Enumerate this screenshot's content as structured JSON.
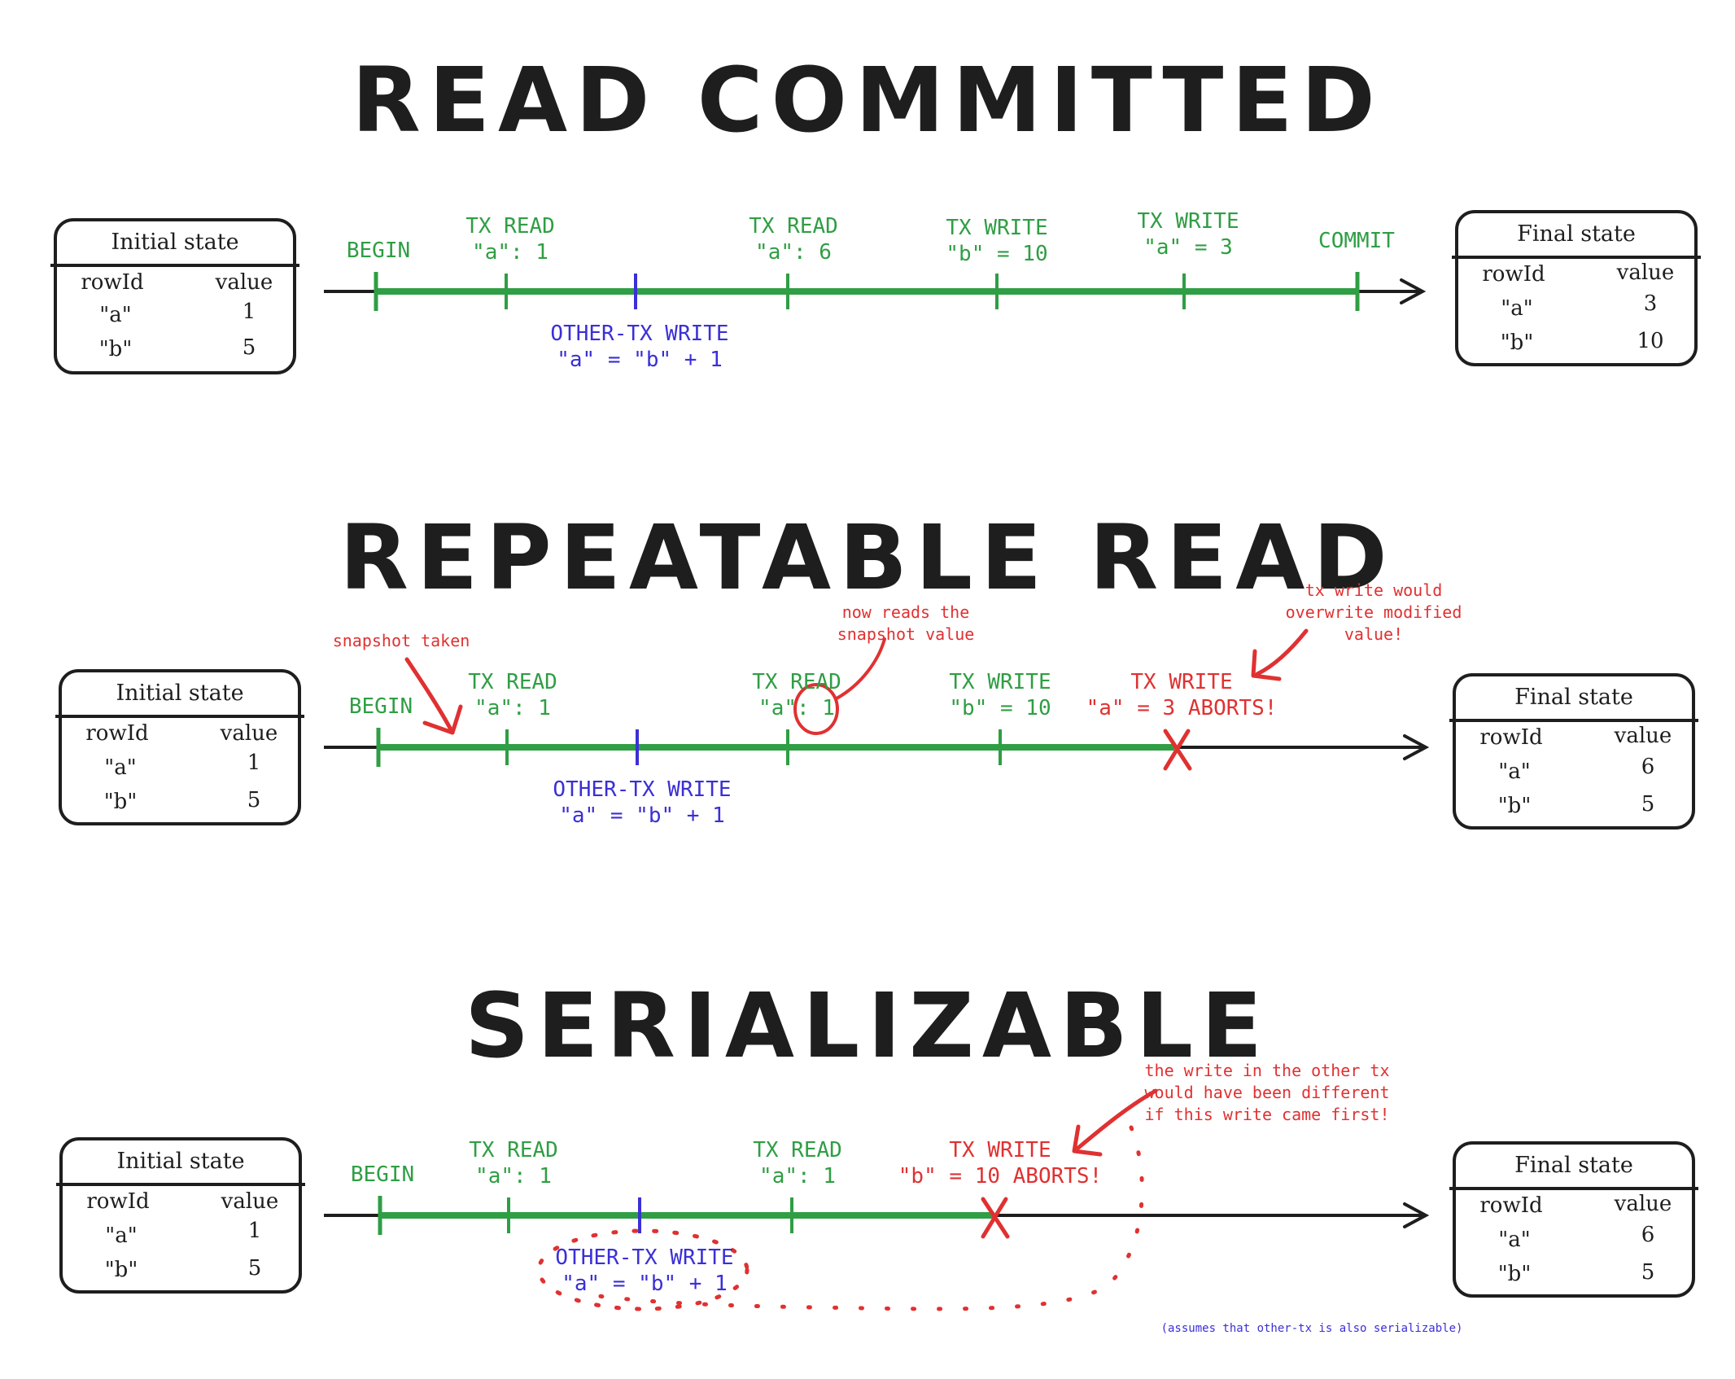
{
  "sections": [
    {
      "title": "READ COMMITTED",
      "initial_state": {
        "title": "Initial state",
        "col1": "rowId",
        "col2": "value",
        "rows": [
          {
            "id": "\"a\"",
            "val": "1"
          },
          {
            "id": "\"b\"",
            "val": "5"
          }
        ]
      },
      "final_state": {
        "title": "Final state",
        "col1": "rowId",
        "col2": "value",
        "rows": [
          {
            "id": "\"a\"",
            "val": "3"
          },
          {
            "id": "\"b\"",
            "val": "10"
          }
        ]
      },
      "begin": "BEGIN",
      "events": [
        {
          "l1": "TX READ",
          "l2": "\"a\": 1"
        },
        {
          "l1": "OTHER-TX WRITE",
          "l2": "\"a\" = \"b\" + 1"
        },
        {
          "l1": "TX READ",
          "l2": "\"a\": 6"
        },
        {
          "l1": "TX WRITE",
          "l2": "\"b\" = 10"
        },
        {
          "l1": "TX WRITE",
          "l2": "\"a\" = 3"
        },
        {
          "l1": "COMMIT",
          "l2": ""
        }
      ]
    },
    {
      "title": "REPEATABLE READ",
      "initial_state": {
        "title": "Initial state",
        "col1": "rowId",
        "col2": "value",
        "rows": [
          {
            "id": "\"a\"",
            "val": "1"
          },
          {
            "id": "\"b\"",
            "val": "5"
          }
        ]
      },
      "final_state": {
        "title": "Final state",
        "col1": "rowId",
        "col2": "value",
        "rows": [
          {
            "id": "\"a\"",
            "val": "6"
          },
          {
            "id": "\"b\"",
            "val": "5"
          }
        ]
      },
      "begin": "BEGIN",
      "events": [
        {
          "l1": "TX READ",
          "l2": "\"a\": 1"
        },
        {
          "l1": "OTHER-TX WRITE",
          "l2": "\"a\" = \"b\" + 1"
        },
        {
          "l1": "TX READ",
          "l2": "\"a\": 1"
        },
        {
          "l1": "TX WRITE",
          "l2": "\"b\" = 10"
        },
        {
          "l1": "TX WRITE",
          "l2": "\"a\" = 3 ABORTS!"
        }
      ],
      "notes": {
        "snapshot": "snapshot taken",
        "now_reads_1": "now reads the",
        "now_reads_2": "snapshot value",
        "would_1": "tx write would",
        "would_2": "overwrite modified",
        "would_3": "value!"
      }
    },
    {
      "title": "SERIALIZABLE",
      "initial_state": {
        "title": "Initial state",
        "col1": "rowId",
        "col2": "value",
        "rows": [
          {
            "id": "\"a\"",
            "val": "1"
          },
          {
            "id": "\"b\"",
            "val": "5"
          }
        ]
      },
      "final_state": {
        "title": "Final state",
        "col1": "rowId",
        "col2": "value",
        "rows": [
          {
            "id": "\"a\"",
            "val": "6"
          },
          {
            "id": "\"b\"",
            "val": "5"
          }
        ]
      },
      "begin": "BEGIN",
      "events": [
        {
          "l1": "TX READ",
          "l2": "\"a\": 1"
        },
        {
          "l1": "OTHER-TX WRITE",
          "l2": "\"a\" = \"b\" + 1"
        },
        {
          "l1": "TX READ",
          "l2": "\"a\": 1"
        },
        {
          "l1": "TX WRITE",
          "l2": "\"b\" = 10 ABORTS!"
        }
      ],
      "notes": {
        "diff_1": "the write in the other tx",
        "diff_2": "would have been different",
        "diff_3": "if this write came first!",
        "assumes": "(assumes that other-tx is also serializable)"
      }
    }
  ],
  "colors": {
    "tx": "#2f9e44",
    "other_tx": "#3b2fd6",
    "annotation": "#e03131",
    "ink": "#1e1e1e"
  }
}
